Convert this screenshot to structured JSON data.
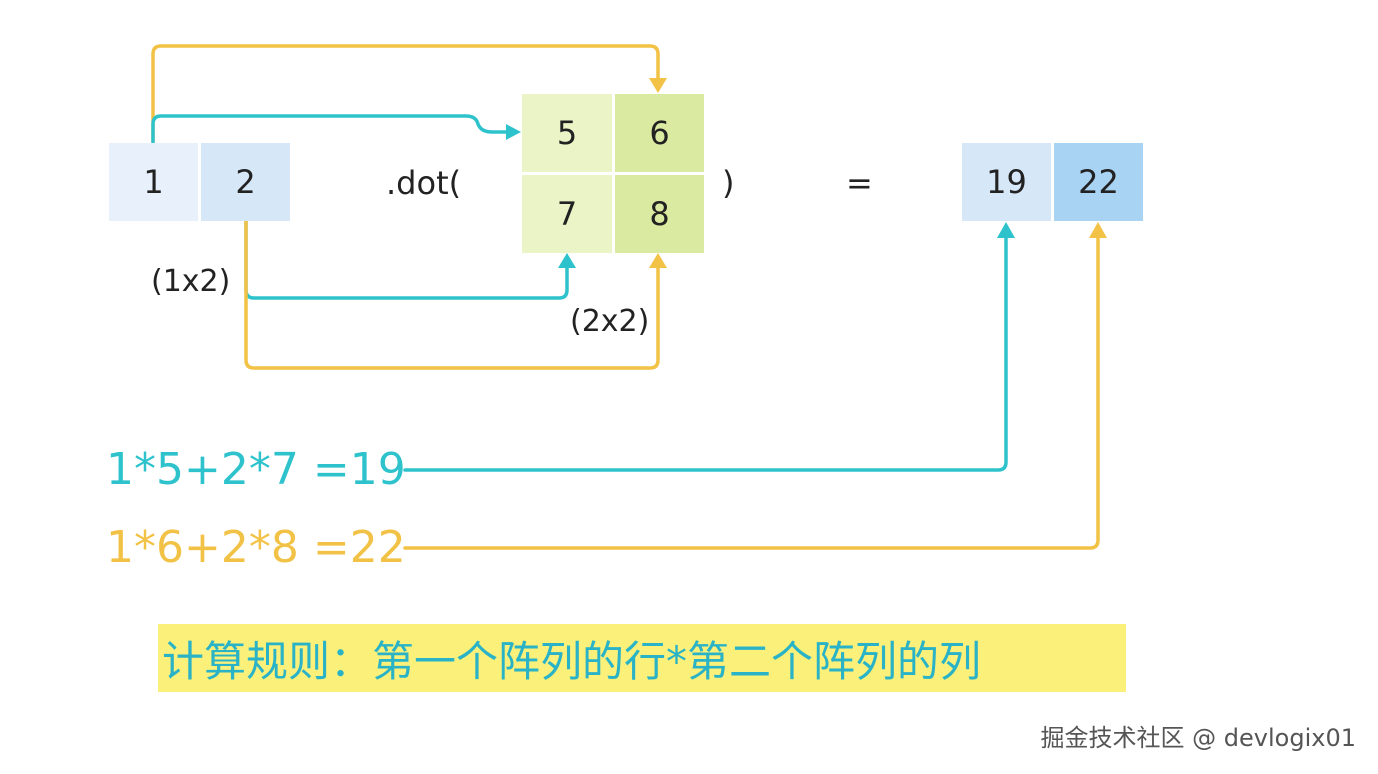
{
  "colors": {
    "teal": "#2ec3cc",
    "gold": "#f2c246",
    "row_light": "#e8f1fb",
    "row_mid": "#d6e8f8",
    "result_dark": "#a9d3f3",
    "matrix_light": "#eaf4c7",
    "matrix_dark": "#dbeaa1",
    "highlight": "#fbf17a"
  },
  "vector": {
    "cells": [
      "1",
      "2"
    ],
    "shape": "(1x2)"
  },
  "dot_open": ".dot(",
  "dot_close": ")",
  "equals": "=",
  "matrix": {
    "cells": [
      "5",
      "6",
      "7",
      "8"
    ],
    "shape": "(2x2)"
  },
  "result": {
    "cells": [
      "19",
      "22"
    ]
  },
  "formulas": {
    "first": "1*5+2*7 =19",
    "second": "1*6+2*8 =22"
  },
  "rule_text": "计算规则：第一个阵列的行*第二个阵列的列",
  "watermark": "掘金技术社区 @ devlogix01"
}
